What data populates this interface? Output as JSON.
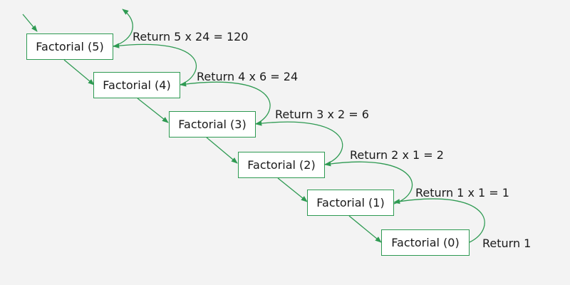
{
  "diagram": {
    "nodes": [
      {
        "label": "Factorial (5)"
      },
      {
        "label": "Factorial (4)"
      },
      {
        "label": "Factorial (3)"
      },
      {
        "label": "Factorial (2)"
      },
      {
        "label": "Factorial (1)"
      },
      {
        "label": "Factorial (0)"
      }
    ],
    "returns": [
      {
        "label": "Return 5 x 24 = 120"
      },
      {
        "label": "Return 4 x 6 = 24"
      },
      {
        "label": "Return 3 x 2 = 6"
      },
      {
        "label": "Return 2 x 1 = 2"
      },
      {
        "label": "Return 1 x 1 = 1"
      },
      {
        "label": "Return 1"
      }
    ],
    "colors": {
      "arrow": "#2e9a52",
      "box_border": "#2e9a52",
      "background": "#f3f3f3",
      "text": "#1a1a1a"
    }
  }
}
